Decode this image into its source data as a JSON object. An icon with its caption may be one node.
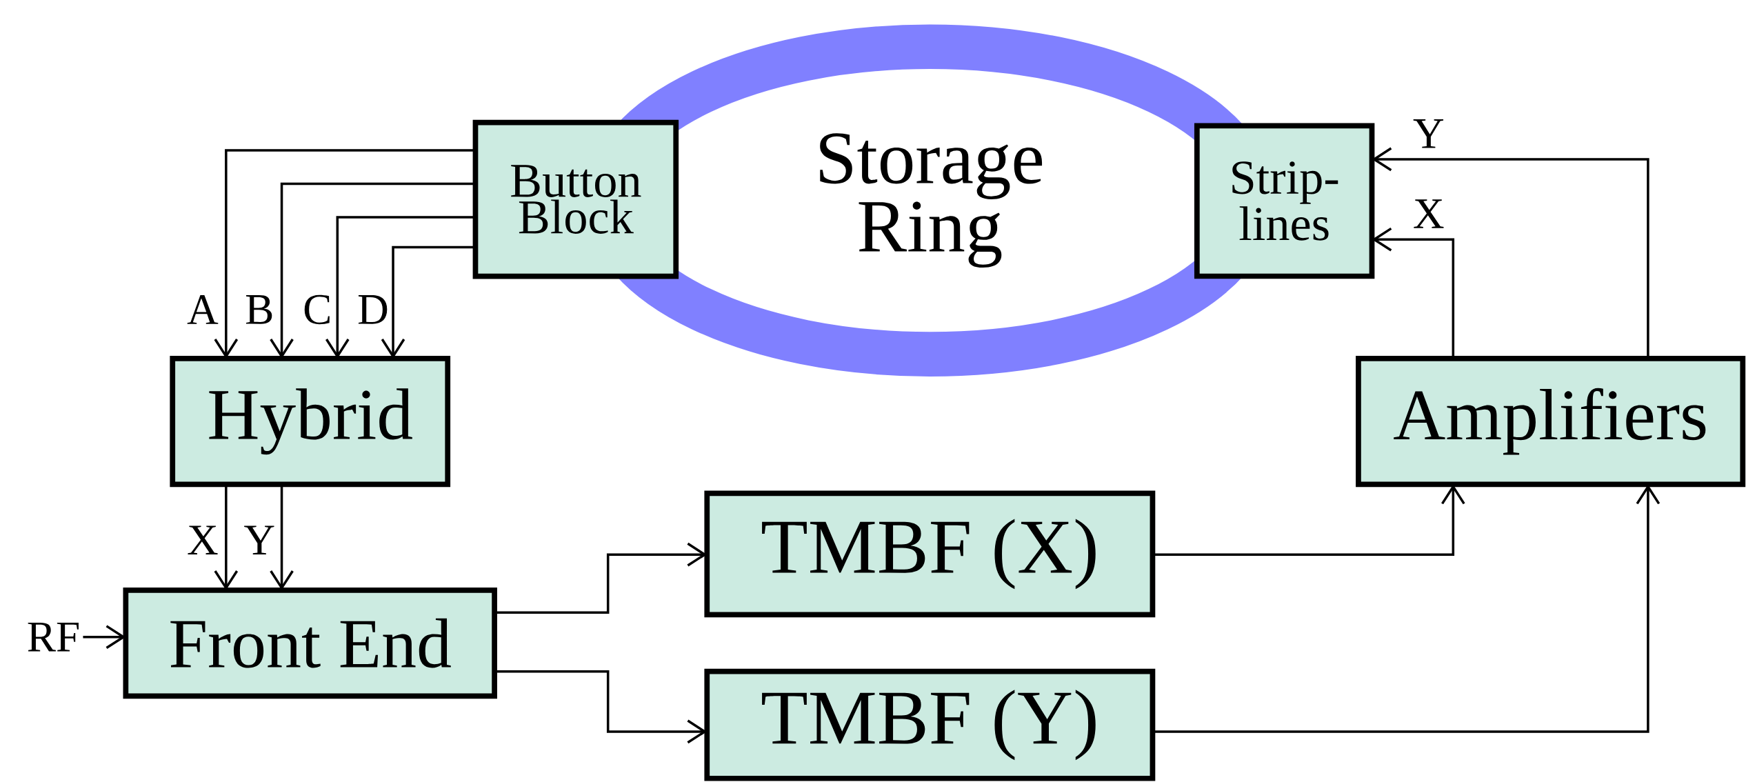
{
  "diagram": {
    "nodes": [
      {
        "text": [
          "Storage Ring"
        ]
      },
      {
        "text": [
          "Button Block"
        ]
      },
      {
        "text": [
          "Strip-lines"
        ]
      },
      {
        "text": [
          "Hybrid"
        ]
      },
      {
        "text": [
          "Front End"
        ]
      },
      {
        "text": [
          "TMBF (X)"
        ]
      },
      {
        "text": [
          "TMBF (Y)"
        ]
      },
      {
        "text": [
          "Amplifiers"
        ]
      },
      {
        "text": [
          "RF"
        ]
      }
    ],
    "edges": [
      {
        "from": 1,
        "to": 3,
        "arrow": "to",
        "label": "A"
      },
      {
        "from": 1,
        "to": 3,
        "arrow": "to",
        "label": "B"
      },
      {
        "from": 1,
        "to": 3,
        "arrow": "to",
        "label": "C"
      },
      {
        "from": 1,
        "to": 3,
        "arrow": "to",
        "label": "D"
      },
      {
        "from": 3,
        "to": 4,
        "arrow": "to",
        "label": "X"
      },
      {
        "from": 3,
        "to": 4,
        "arrow": "to",
        "label": "Y"
      },
      {
        "from": 8,
        "to": 4,
        "arrow": "to"
      },
      {
        "from": 4,
        "to": 5,
        "arrow": "to"
      },
      {
        "from": 4,
        "to": 6,
        "arrow": "to"
      },
      {
        "from": 5,
        "to": 7,
        "arrow": "to"
      },
      {
        "from": 6,
        "to": 7,
        "arrow": "to"
      },
      {
        "from": 7,
        "to": 2,
        "arrow": "to",
        "label": "X"
      },
      {
        "from": 7,
        "to": 2,
        "arrow": "to",
        "label": "Y"
      }
    ]
  }
}
